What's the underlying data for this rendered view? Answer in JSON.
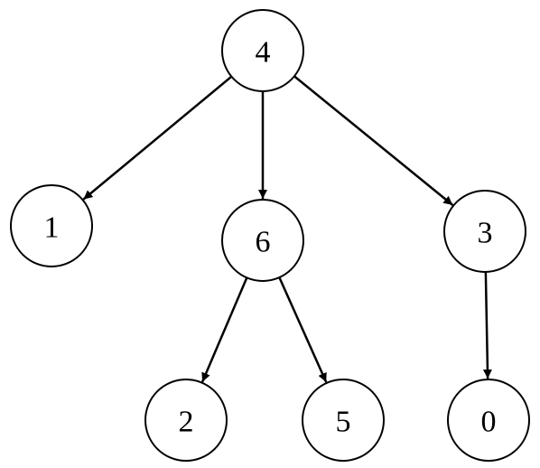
{
  "diagram": {
    "nodes": [
      {
        "id": "n4",
        "label": "4"
      },
      {
        "id": "n1",
        "label": "1"
      },
      {
        "id": "n6",
        "label": "6"
      },
      {
        "id": "n3",
        "label": "3"
      },
      {
        "id": "n2",
        "label": "2"
      },
      {
        "id": "n5",
        "label": "5"
      },
      {
        "id": "n0",
        "label": "0"
      }
    ],
    "edges": [
      {
        "from": "n4",
        "to": "n1"
      },
      {
        "from": "n4",
        "to": "n6"
      },
      {
        "from": "n4",
        "to": "n3"
      },
      {
        "from": "n6",
        "to": "n2"
      },
      {
        "from": "n6",
        "to": "n5"
      },
      {
        "from": "n3",
        "to": "n0"
      }
    ],
    "colors": {
      "stroke": "#000000",
      "fill": "#ffffff"
    }
  }
}
